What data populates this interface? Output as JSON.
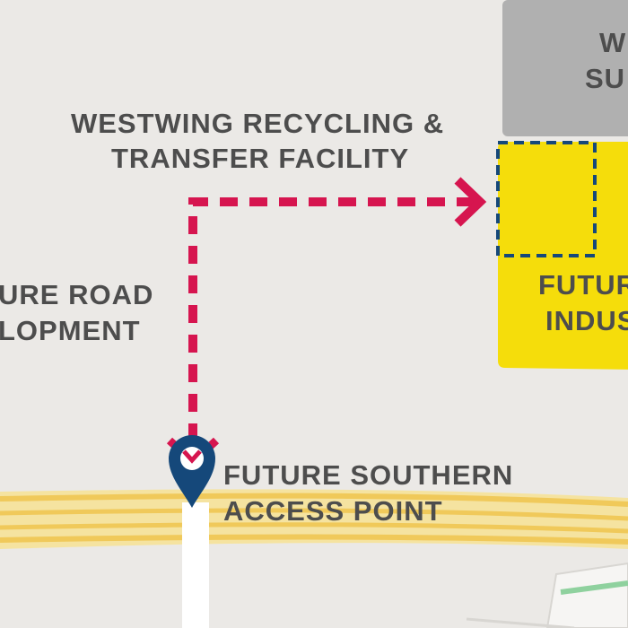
{
  "colors": {
    "background": "#ebe9e6",
    "label_text": "#4d4d4d",
    "substation_block": "#b0b0b0",
    "industrial_block": "#f5dd0b",
    "route_arrow": "#d6154f",
    "marker": "#15487a",
    "highway": "#f2d16b"
  },
  "labels": {
    "substation_line1": "W",
    "substation_line2": "SU",
    "facility_line1": "WESTWING RECYCLING &",
    "facility_line2": "TRANSFER FACILITY",
    "road_line1": "URE ROAD",
    "road_line2": "LOPMENT",
    "industrial_line1": "FUTUR",
    "industrial_line2": "INDUS",
    "access_line1": "FUTURE SOUTHERN",
    "access_line2": "ACCESS POINT"
  },
  "icons": {
    "access_marker": "map-pin-icon",
    "route": "dashed-arrow"
  }
}
